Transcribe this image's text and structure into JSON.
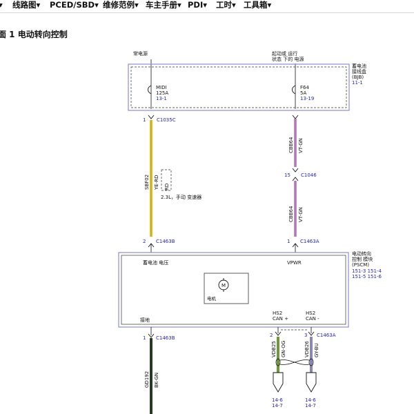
{
  "nav": {
    "items": [
      {
        "label": "▾"
      },
      {
        "label": "线路图▾"
      },
      {
        "label": "PCED/SBD▾"
      },
      {
        "label": "维修范例▾"
      },
      {
        "label": "车主手册▾"
      },
      {
        "label": "PDI▾"
      },
      {
        "label": "工时▾"
      },
      {
        "label": "工具箱▾"
      }
    ]
  },
  "page_title": "面 1 电动转向控制",
  "diagram": {
    "colors": {
      "box_border": "#8c8cdc",
      "blue_text": "#2222cc",
      "yellow_wire": "#e8c428",
      "violet_wire": "#c890c8",
      "black_wire": "#263a26",
      "green_wire": "#6a9a3a",
      "grey_wire": "#8888b8"
    },
    "power_left": "常电源",
    "power_right_1": "起动或 运行",
    "power_right_2": "状态 下的 电源",
    "bjb": {
      "line1": "蓄电池",
      "line2": "接线盒",
      "line3": "(BJB)",
      "ref": "11-1"
    },
    "fuse1": {
      "name": "MIDI",
      "rating": "125A",
      "ref": "13-1"
    },
    "fuse2": {
      "name": "F64",
      "rating": "5A",
      "ref": "13-19"
    },
    "c1035c": {
      "pin": "1",
      "name": "C1035C"
    },
    "wire_sbf02": {
      "circuit": "SBF02",
      "color": "YE-RD"
    },
    "option": {
      "color": "RD",
      "note": "2.3L，手动 变速器"
    },
    "wire_cbb64_top": {
      "circuit": "CBB64",
      "color": "VT-GN"
    },
    "c1046": {
      "pin": "15",
      "name": "C1046"
    },
    "wire_cbb64_bottom": {
      "circuit": "CBB64",
      "color": "VT-GN"
    },
    "c1463b_top": {
      "pin": "2",
      "name": "C1463B"
    },
    "c1463a_top": {
      "pin": "1",
      "name": "C1463A"
    },
    "pscm": {
      "line1": "电动转向",
      "line2": "控制 模块",
      "line3": "(PSCM)",
      "refs1": "151-3  151-4",
      "refs2": "151-5  151-6"
    },
    "battery_voltage": "蓄电池 电压",
    "vpwr": "VPWR",
    "motor": {
      "symbol": "M",
      "label": "电机"
    },
    "ground": "接地",
    "hs2_plus": {
      "line1": "HS2",
      "line2": "CAN +"
    },
    "hs2_minus": {
      "line1": "HS2",
      "line2": "CAN -"
    },
    "c1463b_bottom": {
      "pin": "1",
      "name": "C1463B"
    },
    "c1463a_bottom": {
      "pin_left": "2",
      "pin_right": "3",
      "name": "C1463A"
    },
    "wire_gd192": {
      "circuit": "GD192",
      "color": "BK-GN"
    },
    "wire_vdb25": {
      "circuit": "VDB25",
      "color": "GN-OG"
    },
    "wire_vdb26": {
      "circuit": "VDB26",
      "color": "GY-BU"
    },
    "ref_left": {
      "line1": "14-6",
      "line2": "14-7"
    },
    "ref_right": {
      "line1": "14-6",
      "line2": "14-7"
    }
  }
}
